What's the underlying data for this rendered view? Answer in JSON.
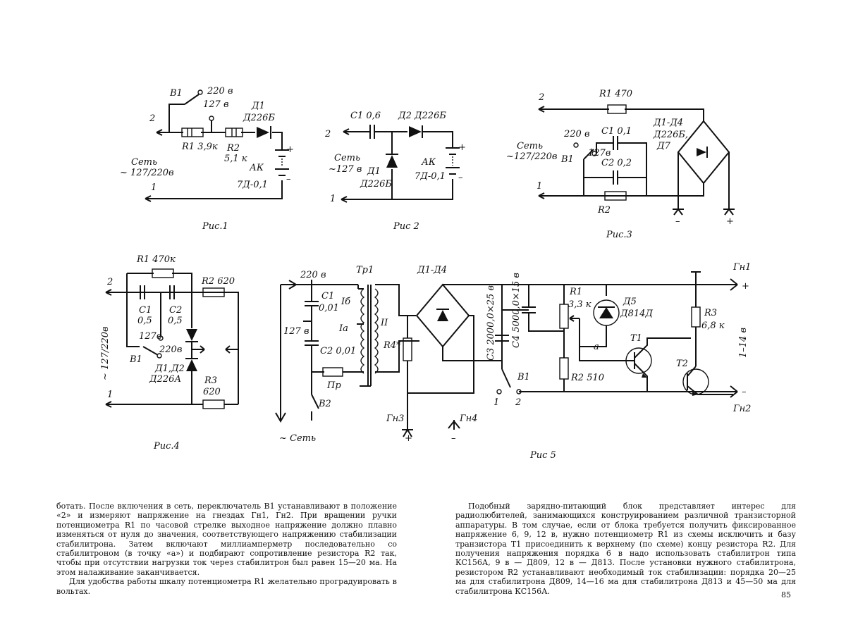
{
  "figures": {
    "f1": {
      "caption": "Рис.1",
      "labels": {
        "b1": "В1",
        "v220": "220 в",
        "v127": "127 в",
        "d1": "Д1",
        "d1_type": "Д226Б",
        "term2": "2",
        "term1": "1",
        "r1": "R1  3,9к",
        "r2": "R2",
        "r2_val": "5,1 к",
        "net": "Сеть",
        "net_v": "~ 127/220в",
        "ak": "АК",
        "ak_val": "7Д-0,1",
        "plus": "+",
        "minus": "–"
      }
    },
    "f2": {
      "caption": "Рис 2",
      "labels": {
        "c1": "С1  0,6",
        "d2": "Д2  Д226Б",
        "term2": "2",
        "term1": "1",
        "net": "Сеть",
        "net_v": "~127 в",
        "d1": "Д1",
        "d1_type": "Д226Б",
        "ak": "АК",
        "ak_val": "7Д-0,1",
        "plus": "+",
        "minus": "–"
      }
    },
    "f3": {
      "caption": "Рис.3",
      "labels": {
        "term2": "2",
        "r1": "R1  470",
        "d": "Д1-Д4",
        "d_type": "Д226Б,",
        "d_type2": "Д7",
        "c1": "С1  0,1",
        "v220": "220 в",
        "net": "Сеть",
        "net_v": "~127/220в",
        "v127": "127в",
        "b1": "В1",
        "c2": "С2  0,2",
        "term1": "1",
        "r2": "R2",
        "minus": "–",
        "plus": "+"
      }
    },
    "f4": {
      "caption": "Рис.4",
      "labels": {
        "r1": "R1  470к",
        "term2": "2",
        "r2": "R2  620",
        "c1": "С1",
        "c1_val": "0,5",
        "c2": "С2",
        "c2_val": "0,5",
        "net_v": "~ 127/220в",
        "v127": "127в",
        "v220": "220в",
        "b1": "В1",
        "d": "Д1,Д2",
        "d_type": "Д226А",
        "r3": "R3",
        "r3_val": "620",
        "term1": "1"
      }
    },
    "f5": {
      "caption": "Рис 5",
      "labels": {
        "v220": "220 в",
        "tr1": "Тр1",
        "c1": "С1",
        "c1_val": "0,01",
        "w1b": "Iб",
        "v127": "127 в",
        "w1a": "Iа",
        "w2": "II",
        "c2": "С2  0,01",
        "pr": "Пр",
        "b2": "В2",
        "net": "~ Сеть",
        "d": "Д1-Д4",
        "r4": "R4*",
        "c3": "С3  2000,0×25 в",
        "c4": "С4  5000,0×15 в",
        "r1": "R1",
        "r1_val": "3,3 к",
        "d5": "Д5",
        "d5_type": "Д814Д",
        "a": "а",
        "t1": "Т1",
        "r2": "R2  510",
        "b1": "В1",
        "sw1": "1",
        "sw2": "2",
        "gn3": "Гн3",
        "gn4": "Гн4",
        "r3": "R3",
        "r3_val": "6,8 к",
        "t2": "Т2",
        "gn1": "Гн1",
        "gn2": "Гн2",
        "vout": "1–14 в",
        "plus": "+",
        "minus": "–"
      }
    }
  },
  "text": {
    "left": {
      "p1": "ботать. После включения в сеть, переключатель В1 устанавливают в положение «2» и измеряют напряжение на гнездах Гн1, Гн2. При вращении ручки потенциометра R1 по часовой стрелке выходное напряжение должно плавно изменяться от нуля до значения, соответствующего напряжению стабилизации стабилитрона. Затем включают миллиамперметр последовательно со стабилитроном (в точку «а») и подбирают сопротивление резистора R2 так, чтобы при отсутствии нагрузки ток через стабилитрон был равен 15—20 ма. На этом налаживание заканчивается.",
      "p2": "Для удобства работы шкалу потенциометра R1 желательно проградуировать в вольтах."
    },
    "right": {
      "p1": "Подобный зарядно-питающий блок представляет интерес для радиолюбителей, занимающихся конструированием различной транзисторной аппаратуры. В том случае, если от блока требуется получить фиксированное напряжение 6, 9, 12 в, нужно потенциометр R1 из схемы исключить и базу транзистора Т1 присоединить к верхнему (по схеме) концу резистора R2. Для получения напряжения порядка 6 в надо использовать стабилитрон типа КС156А, 9 в — Д809, 12 в — Д813. После установки нужного стабилитрона, резистором R2 устанавливают необходимый ток стабилизации: порядка 20—25 ма для стабилитрона Д809, 14—16 ма для стабилитрона Д813 и 45—50 ма для стабилитрона КС156А."
    },
    "page_number": "85"
  }
}
